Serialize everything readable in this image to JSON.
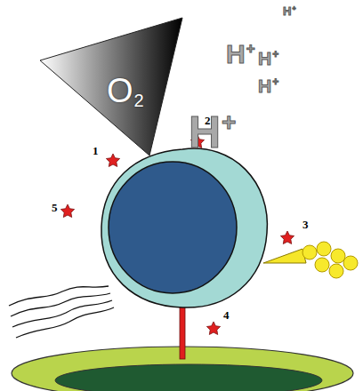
{
  "diagram": {
    "nodes": [
      {
        "text": [
          "O2"
        ]
      }
    ],
    "labels": [
      "H+",
      "H+",
      "H+",
      "H+",
      "H+",
      "2",
      "3",
      "1",
      "5",
      "4"
    ]
  }
}
